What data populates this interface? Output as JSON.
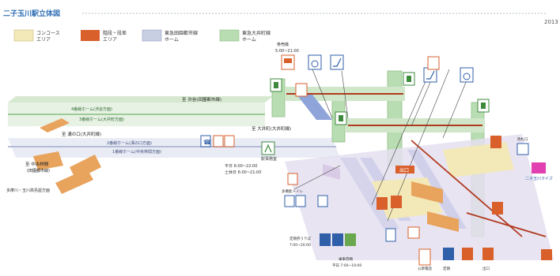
{
  "header": {
    "title": "二子玉川駅立体図",
    "year": "2013"
  },
  "legend": [
    {
      "label_line1": "コンコース",
      "label_line2": "エリア",
      "color": "#f3e9b8"
    },
    {
      "label_line1": "階段・段差",
      "label_line2": "エリア",
      "color": "#d95f2b"
    },
    {
      "label_line1": "東急田園都市線",
      "label_line2": "ホーム",
      "color": "#c9cfe3"
    },
    {
      "label_line1": "東急大井町線",
      "label_line2": "ホーム",
      "color": "#b9ddb2"
    }
  ],
  "labels": {
    "shibuya_direction": "至 渋谷(田園都市線)",
    "oimachi_direction": "至 大井町(大井町線)",
    "home4": "4番線ホーム(渋谷方面)",
    "home3": "3番線ホーム(大井町方面)",
    "mizonokuchi_direction": "至 溝の口(大井町線)",
    "home2": "2番線ホーム(溝の口方面)",
    "home1": "1番線ホーム(中央林間方面)",
    "chuorinkan_direction": "至 中央林間",
    "chuorinkan_sub": "(田園都市線)",
    "bottom_left_note": "多摩川・玉川高島屋方面",
    "station_office": "駅事務室",
    "office_hours_1": "平日 6:00~22:00",
    "office_hours_2": "土休日 6:00~21:00",
    "top_hours": "5:00~21:00",
    "top_label": "券売機",
    "multipurpose": "多機能トイレ",
    "bottom_info1": "定期券うりば",
    "bottom_info1_hours": "7:00~20:00",
    "bottom_info2": "乗車券類",
    "bottom_info2_hours": "平日 7:00~19:00",
    "exit_sign": "出口",
    "bottom_right_a": "公衆電話",
    "bottom_right_b": "定期",
    "bottom_right_c": "出口",
    "right_sub": "二子玉川ライズ",
    "right_top_label": "改札口"
  }
}
